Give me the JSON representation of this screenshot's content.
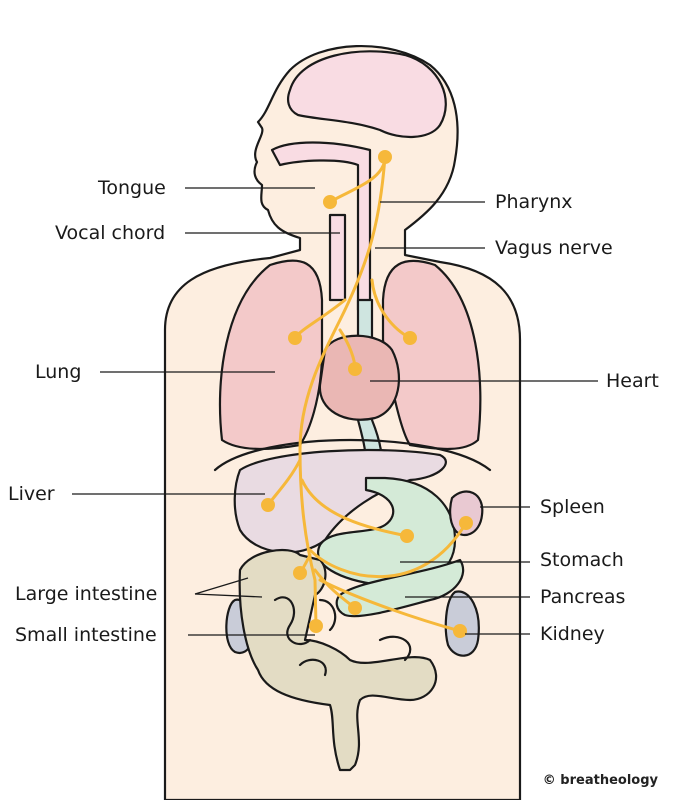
{
  "labels": {
    "tongue": "Tongue",
    "vocal_chord": "Vocal chord",
    "pharynx": "Pharynx",
    "vagus_nerve": "Vagus nerve",
    "lung": "Lung",
    "heart": "Heart",
    "liver": "Liver",
    "spleen": "Spleen",
    "stomach": "Stomach",
    "pancreas": "Pancreas",
    "kidney": "Kidney",
    "large_intestine": "Large intestine",
    "small_intestine": "Small intestine"
  },
  "copyright": "© breatheology",
  "colors": {
    "skin": "#fdeee0",
    "brain": "#f9dce3",
    "lung": "#f3c9c9",
    "heart": "#eab7b4",
    "liver": "#e9dbe2",
    "stomach": "#d4ead7",
    "intestine": "#e3dcc4",
    "kidney": "#c9ccd8",
    "nerve": "#f6b83a"
  }
}
